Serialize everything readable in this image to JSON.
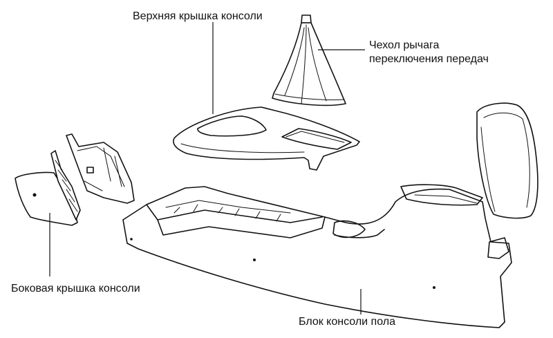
{
  "labels": {
    "top_cover": "Верхняя крышка консоли",
    "boot_line1": "Чехол рычага",
    "boot_line2": "переключения передач",
    "side_cover": "Боковая крышка консоли",
    "floor_console": "Блок консоли пола"
  }
}
